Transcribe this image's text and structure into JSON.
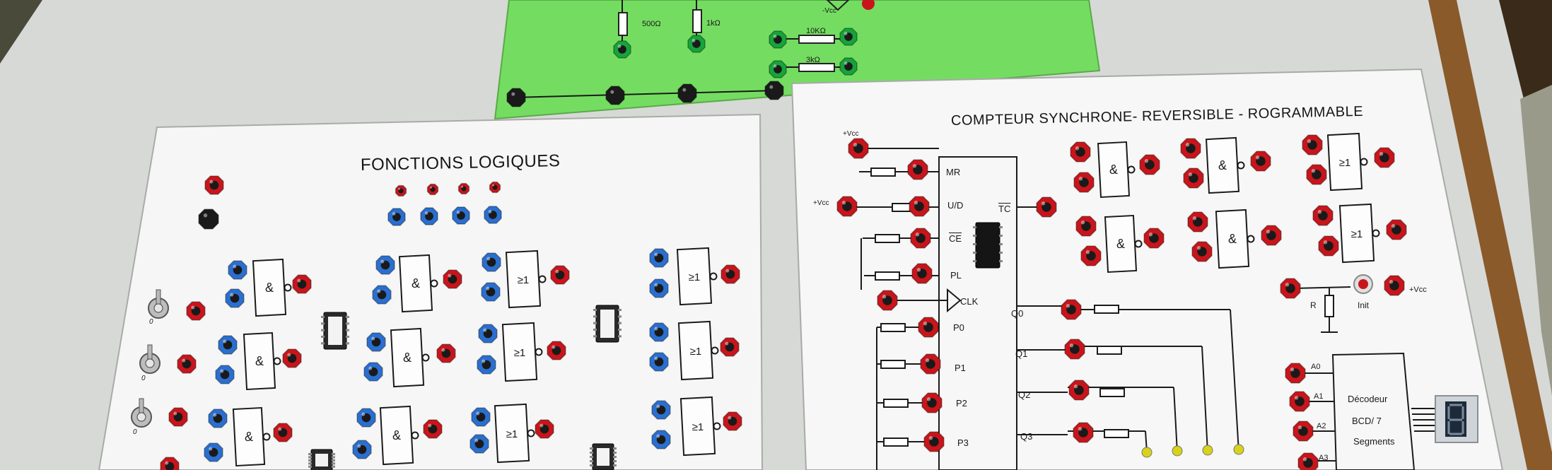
{
  "left_board": {
    "title": "FONCTIONS LOGIQUES",
    "and_gate": "&",
    "or_gate": "≥1",
    "switch_zero": "0"
  },
  "green_board": {
    "r1": "500Ω",
    "r2": "1kΩ",
    "r3": "10KΩ",
    "r4": "3kΩ",
    "supply": "-Vcc"
  },
  "right_board": {
    "title": "COMPTEUR SYNCHRONE- REVERSIBLE - ROGRAMMABLE",
    "vcc": "+Vcc",
    "pins_left": [
      "MR",
      "U/D",
      "CE",
      "PL",
      "CLK",
      "P0",
      "P1",
      "P2",
      "P3"
    ],
    "tc": "TC",
    "outputs": [
      "Q0",
      "Q1",
      "Q2",
      "Q3"
    ],
    "and_gate": "&",
    "or_gate": "≥1",
    "r_label": "R",
    "init_label": "Init",
    "decoder_inputs": [
      "A0",
      "A1",
      "A2",
      "A3"
    ],
    "decoder_lines": [
      "Décodeur",
      "BCD/ 7",
      "Segments"
    ]
  },
  "colors": {
    "red_terminal": "#c8151b",
    "blue_terminal": "#2a6fd0",
    "green_panel": "#7de06a",
    "board": "#f4f5f4"
  }
}
